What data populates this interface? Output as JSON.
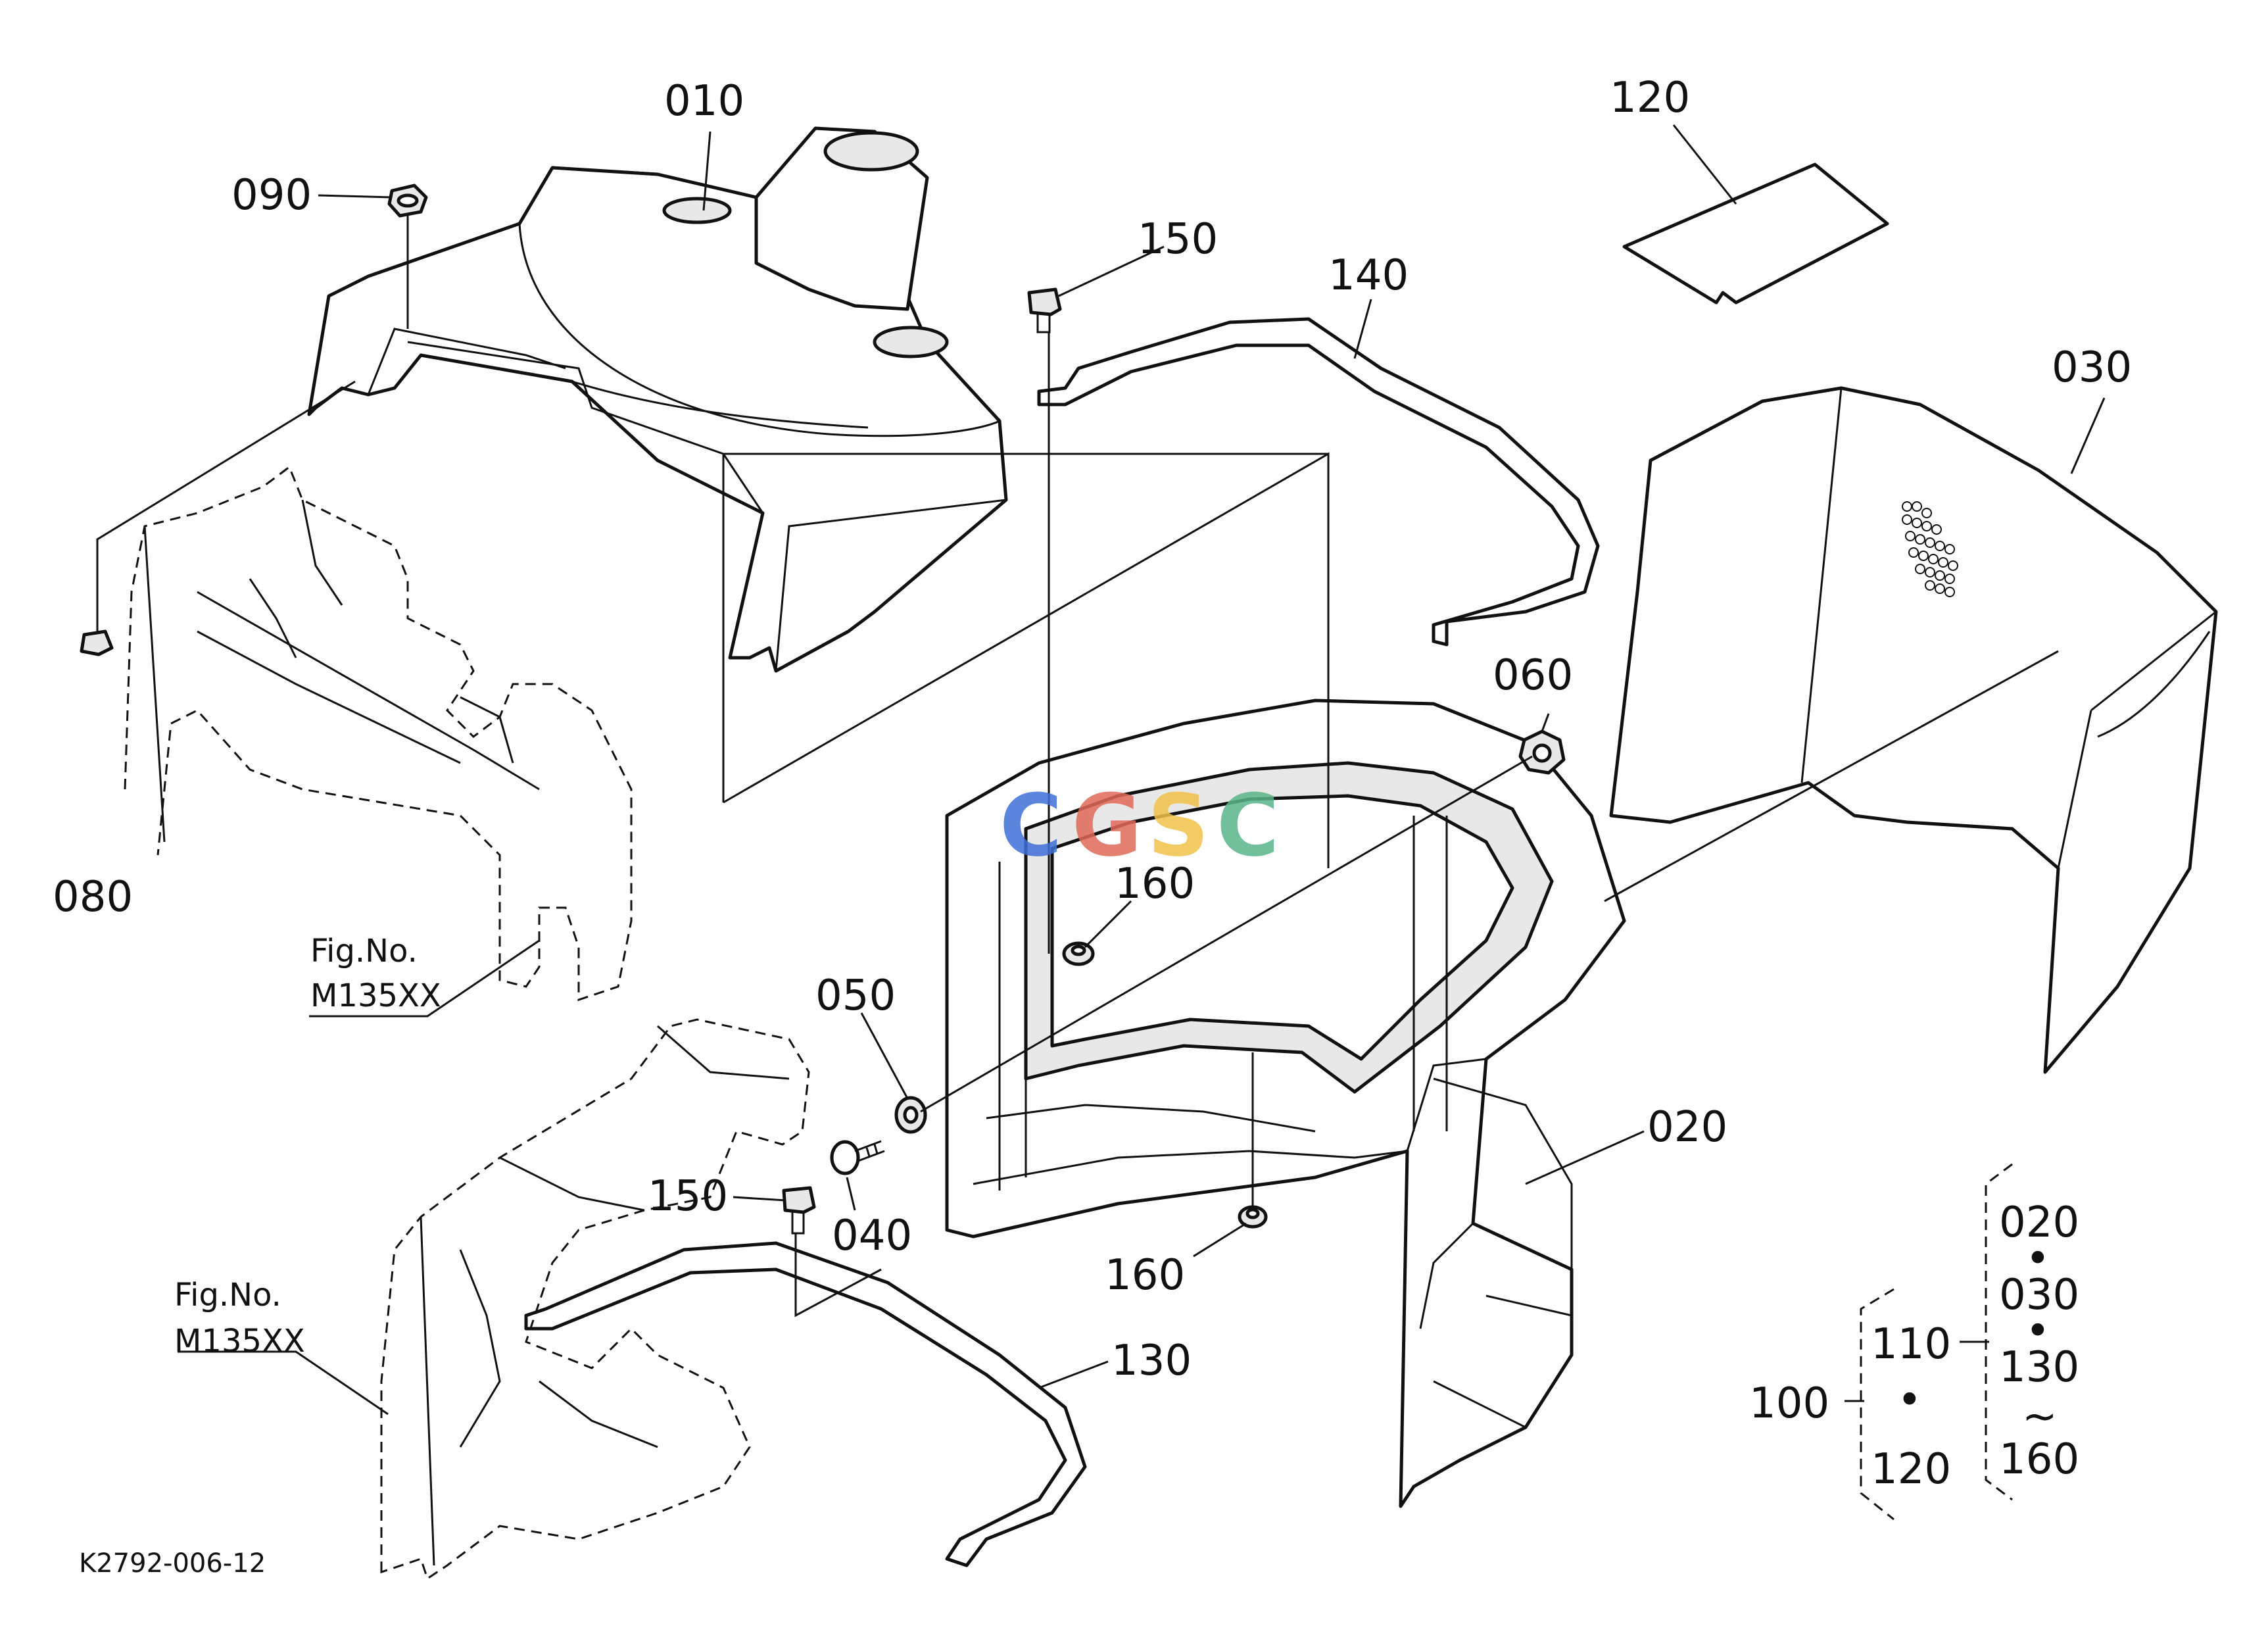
{
  "diagram_ref": "K2792-006-12",
  "parts": {
    "p010": "010",
    "p020": "020",
    "p030": "030",
    "p040": "040",
    "p050": "050",
    "p060": "060",
    "p080": "080",
    "p090": "090",
    "p120": "120",
    "p130": "130",
    "p140": "140",
    "p150a": "150",
    "p150b": "150",
    "p160a": "160",
    "p160b": "160"
  },
  "fig_refs": [
    {
      "line1": "Fig.No.",
      "line2": "M135XX"
    },
    {
      "line1": "Fig.No.",
      "line2": "M135XX"
    }
  ],
  "assembly": {
    "a100": "100",
    "a110": "110",
    "a120": "120",
    "dot1": "•",
    "b020": "020",
    "dot2": "•",
    "b030": "030",
    "dot3": "•",
    "b130": "130",
    "tilde": "~",
    "b160": "160"
  },
  "watermark": {
    "letters": [
      "C",
      "G",
      "S",
      "C"
    ],
    "colors": [
      "#3f6fd8",
      "#e06a5a",
      "#f0c24a",
      "#5ab58a"
    ]
  }
}
